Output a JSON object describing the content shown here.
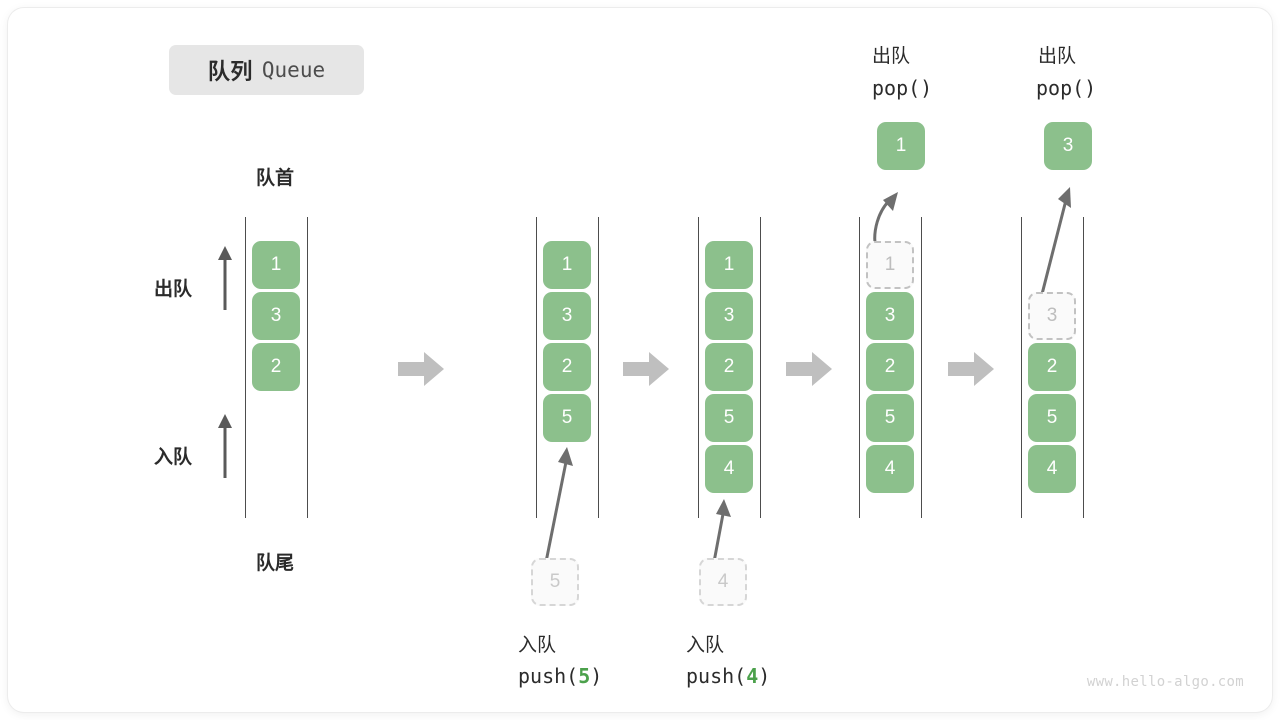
{
  "title": {
    "cn": "队列",
    "en": "Queue"
  },
  "labels": {
    "front": "队首",
    "rear": "队尾",
    "dequeue": "出队",
    "enqueue": "入队"
  },
  "colors": {
    "cell_fill": "#8cc08c",
    "cell_text": "#ffffff",
    "ghost_border": "#c2c2c2",
    "rail": "#4d4d4d",
    "step_arrow": "#bfbfbf",
    "badge_bg": "#e6e6e6",
    "accent_text": "#4ca14c",
    "watermark": "#d2d2d2"
  },
  "stages": [
    {
      "id": "initial",
      "cells": [
        "1",
        "3",
        "2"
      ],
      "empty_slots": 0,
      "ghost_index": null
    },
    {
      "id": "after-push-5",
      "cells": [
        "1",
        "3",
        "2",
        "5"
      ],
      "empty_slots": 0,
      "ghost_index": null
    },
    {
      "id": "after-push-4",
      "cells": [
        "1",
        "3",
        "2",
        "5",
        "4"
      ],
      "empty_slots": 0,
      "ghost_index": null
    },
    {
      "id": "after-pop-1",
      "cells": [
        "1",
        "3",
        "2",
        "5",
        "4"
      ],
      "empty_slots": 0,
      "ghost_index": 0
    },
    {
      "id": "after-pop-3",
      "cells": [
        "3",
        "2",
        "5",
        "4"
      ],
      "empty_slots": 1,
      "ghost_index": 0
    }
  ],
  "operations": {
    "push_5": {
      "cn": "入队",
      "call_prefix": "push(",
      "arg": "5",
      "call_suffix": ")",
      "ghost_value": "5"
    },
    "push_4": {
      "cn": "入队",
      "call_prefix": "push(",
      "arg": "4",
      "call_suffix": ")",
      "ghost_value": "4"
    },
    "pop_1": {
      "cn": "出队",
      "call": "pop()",
      "value": "1"
    },
    "pop_2": {
      "cn": "出队",
      "call": "pop()",
      "value": "3"
    }
  },
  "watermark": "www.hello-algo.com"
}
